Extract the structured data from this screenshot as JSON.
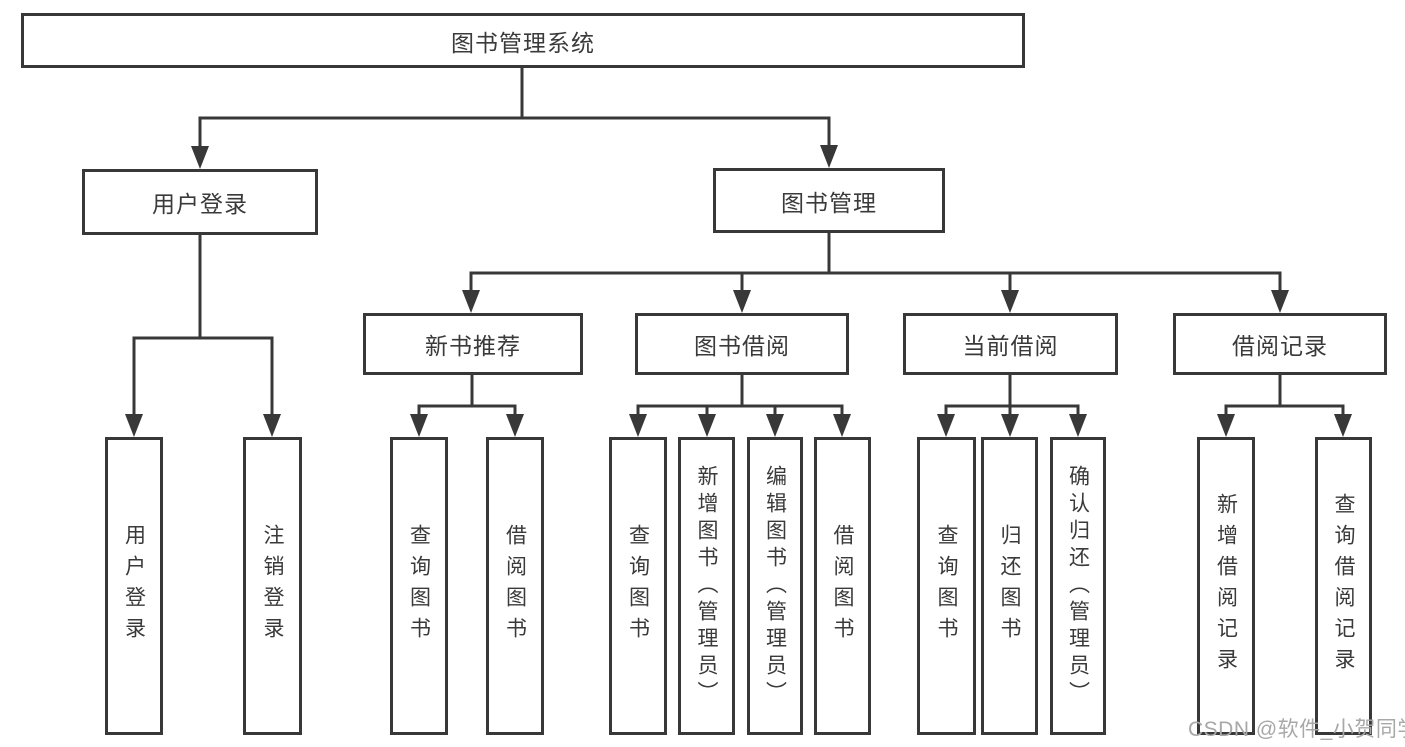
{
  "nodes": {
    "root": {
      "label": "图书管理系统"
    },
    "user_login": {
      "label": "用户登录"
    },
    "book_management": {
      "label": "图书管理"
    },
    "new_book_recommend": {
      "label": "新书推荐"
    },
    "book_borrow": {
      "label": "图书借阅"
    },
    "current_borrow": {
      "label": "当前借阅"
    },
    "borrow_records": {
      "label": "借阅记录"
    }
  },
  "leaves": [
    {
      "label": "用户登录"
    },
    {
      "label": "注销登录"
    },
    {
      "label": "查询图书"
    },
    {
      "label": "借阅图书"
    },
    {
      "label": "查询图书"
    },
    {
      "label": "新增图书（管理员）"
    },
    {
      "label": "编辑图书（管理员）"
    },
    {
      "label": "借阅图书"
    },
    {
      "label": "查询图书"
    },
    {
      "label": "归还图书"
    },
    {
      "label": "确认归还（管理员）"
    },
    {
      "label": "新增借阅记录"
    },
    {
      "label": "查询借阅记录"
    }
  ],
  "watermark": {
    "text": "CSDN @软件_小贺同学"
  },
  "colors": {
    "line": "#383838",
    "text": "#3a3a3a",
    "background": "#ffffff",
    "watermark": "#a8a8a8"
  }
}
